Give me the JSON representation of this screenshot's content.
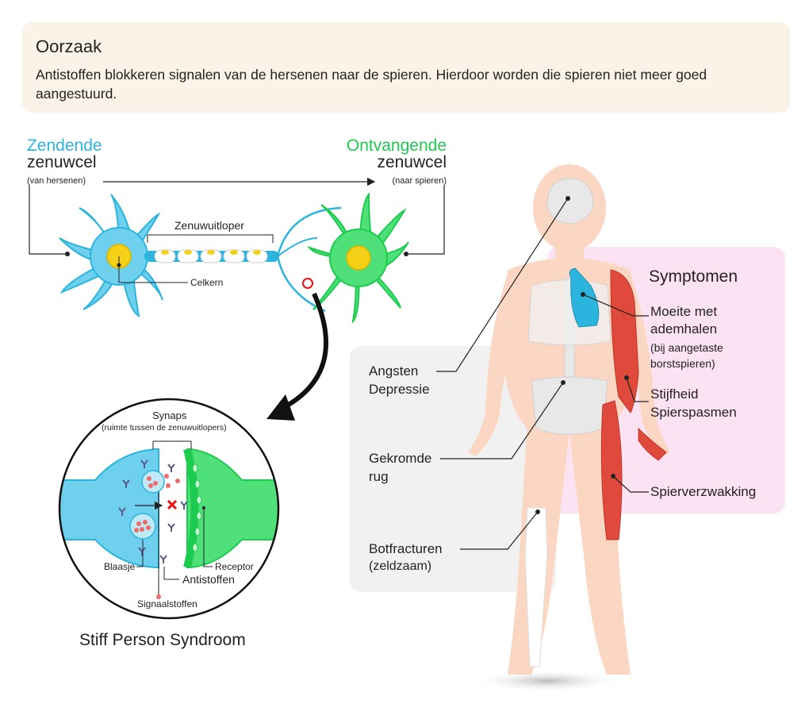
{
  "cause": {
    "title": "Oorzaak",
    "text": "Antistoffen blokkeren signalen van de hersenen naar de spieren. Hierdoor worden die spieren niet meer goed aangestuurd."
  },
  "neurons": {
    "sending_title_1": "Zendende",
    "sending_title_2": "zenuwcel",
    "sending_sub": "(van hersenen)",
    "receiving_title_1": "Ontvangende",
    "receiving_title_2": "zenuwcel",
    "receiving_sub": "(naar spieren)",
    "axon_label": "Zenuwuitloper",
    "nucleus_label": "Celkern"
  },
  "synapse": {
    "title": "Synaps",
    "subtitle": "(ruimte tussen de zenuwuitlopers)",
    "vesicle": "Blaasje",
    "antibodies": "Antistoffen",
    "receptor": "Receptor",
    "neurotransmitters": "Signaalstoffen"
  },
  "disease_name": "Stiff Person Syndroom",
  "symptoms": {
    "title": "Symptomen",
    "breathing_1": "Moeite met",
    "breathing_2": "ademhalen",
    "breathing_3": "(bij aangetaste",
    "breathing_4": "borstspieren)",
    "stiffness_1": "Stijfheid",
    "stiffness_2": "Spierspasmen",
    "weakness": "Spierverzwakking"
  },
  "other": {
    "anxiety_1": "Angsten",
    "anxiety_2": "Depressie",
    "spine_1": "Gekromde",
    "spine_2": "rug",
    "fracture_1": "Botfracturen",
    "fracture_2": "(zeldzaam)"
  },
  "colors": {
    "sending": "#2bb5de",
    "receiving": "#1dcb4f",
    "nucleus": "#f4d117",
    "skin": "#fbd7c3",
    "muscle": "#d52a1e",
    "symptom_bg": "#fbe3f3",
    "other_bg": "#f1f1f1",
    "banner_bg": "#fbf3e7"
  }
}
